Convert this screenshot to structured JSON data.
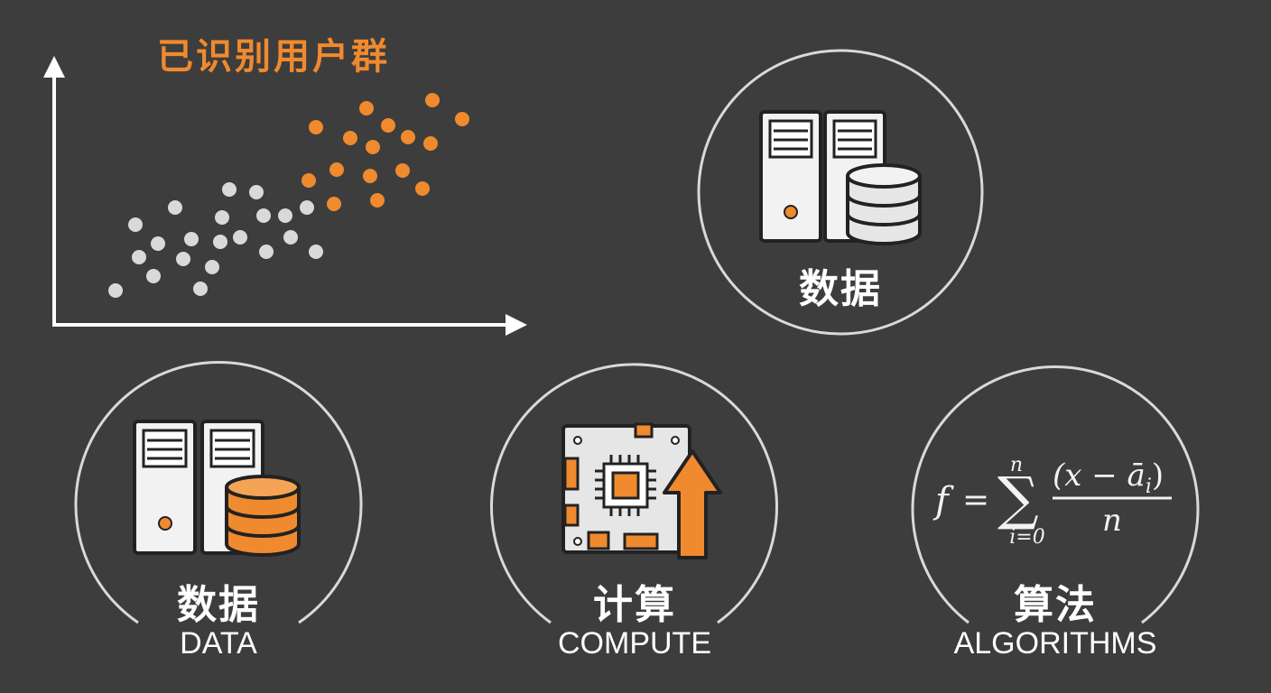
{
  "scatter": {
    "title": "已识别用户群",
    "colors": {
      "identified": "#f08a2e",
      "other": "#d9d9d9",
      "axis": "#ffffff"
    }
  },
  "top_node": {
    "label": "数据"
  },
  "pillars": [
    {
      "label_zh": "数据",
      "label_en": "DATA"
    },
    {
      "label_zh": "计算",
      "label_en": "COMPUTE"
    },
    {
      "label_zh": "算法",
      "label_en": "ALGORITHMS"
    }
  ],
  "formula": {
    "lhs": "f",
    "eq": "=",
    "sum_upper": "n",
    "sum_lower": "i=0",
    "numerator": "(x − ā",
    "numerator_sub": "i",
    "numerator_close": ")",
    "denominator": "n"
  },
  "colors": {
    "accent": "#f08a2e",
    "circle": "#d9d9d9",
    "background": "#3d3d3d"
  }
}
